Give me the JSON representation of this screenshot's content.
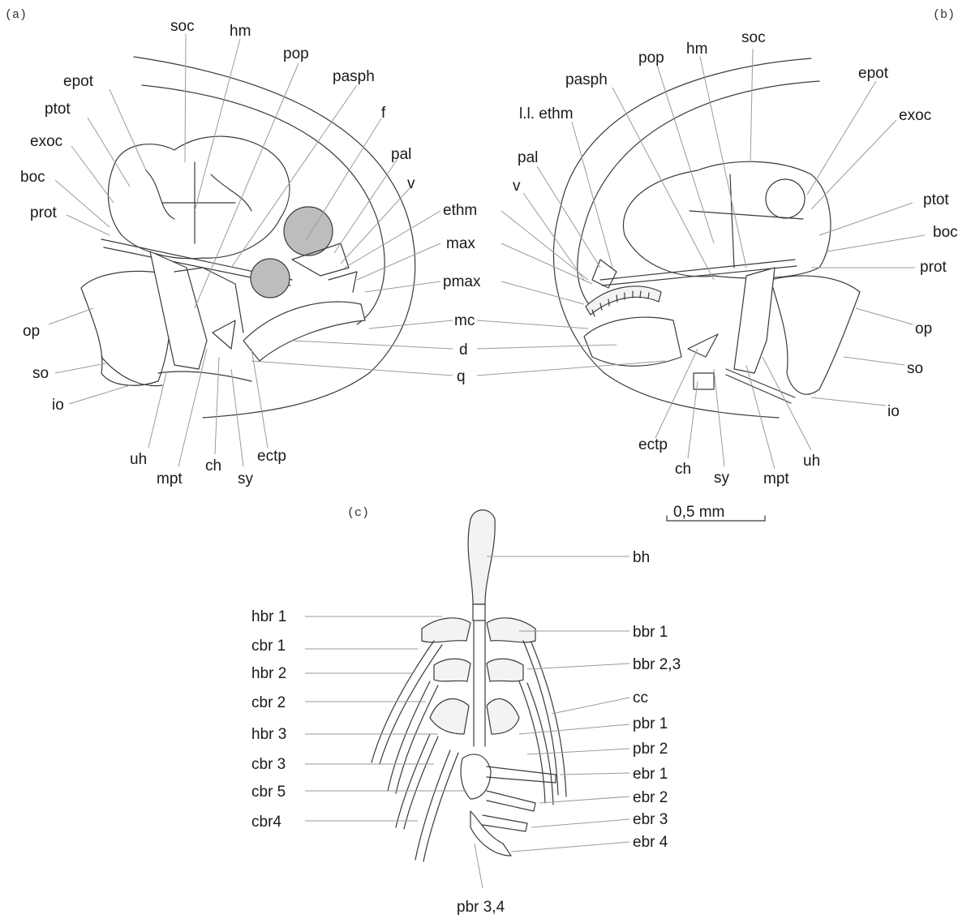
{
  "panels": {
    "a": "(a)",
    "b": "(b)",
    "c": "(c)"
  },
  "scale_bar": "0,5 mm",
  "labels_a": {
    "soc": "soc",
    "hm": "hm",
    "pop": "pop",
    "pasph": "pasph",
    "epot": "epot",
    "ptot": "ptot",
    "exoc": "exoc",
    "boc": "boc",
    "prot": "prot",
    "f": "f",
    "pal": "pal",
    "v": "v",
    "op": "op",
    "so": "so",
    "io": "io",
    "uh": "uh",
    "mpt": "mpt",
    "ch": "ch",
    "sy": "sy",
    "ectp": "ectp"
  },
  "labels_center": {
    "ethm": "ethm",
    "max": "max",
    "pmax": "pmax",
    "mc": "mc",
    "d": "d",
    "q": "q"
  },
  "labels_b": {
    "pop": "pop",
    "hm": "hm",
    "soc": "soc",
    "epot": "epot",
    "pasph": "pasph",
    "ll_ethm": "l.l. ethm",
    "exoc": "exoc",
    "pal": "pal",
    "v": "v",
    "ptot": "ptot",
    "boc": "boc",
    "prot": "prot",
    "op": "op",
    "so": "so",
    "io": "io",
    "ectp": "ectp",
    "ch": "ch",
    "sy": "sy",
    "mpt": "mpt",
    "uh": "uh"
  },
  "labels_c": {
    "bh": "bh",
    "hbr1": "hbr 1",
    "bbr1": "bbr 1",
    "cbr1": "cbr 1",
    "hbr2": "hbr 2",
    "bbr23": "bbr 2,3",
    "cbr2": "cbr 2",
    "cc": "cc",
    "hbr3": "hbr 3",
    "pbr1": "pbr 1",
    "cbr3": "cbr 3",
    "pbr2": "pbr 2",
    "ebr1": "ebr 1",
    "cbr5": "cbr 5",
    "ebr2": "ebr 2",
    "cbr4": "cbr4",
    "ebr3": "ebr 3",
    "ebr4": "ebr 4",
    "pbr34": "pbr 3,4"
  }
}
